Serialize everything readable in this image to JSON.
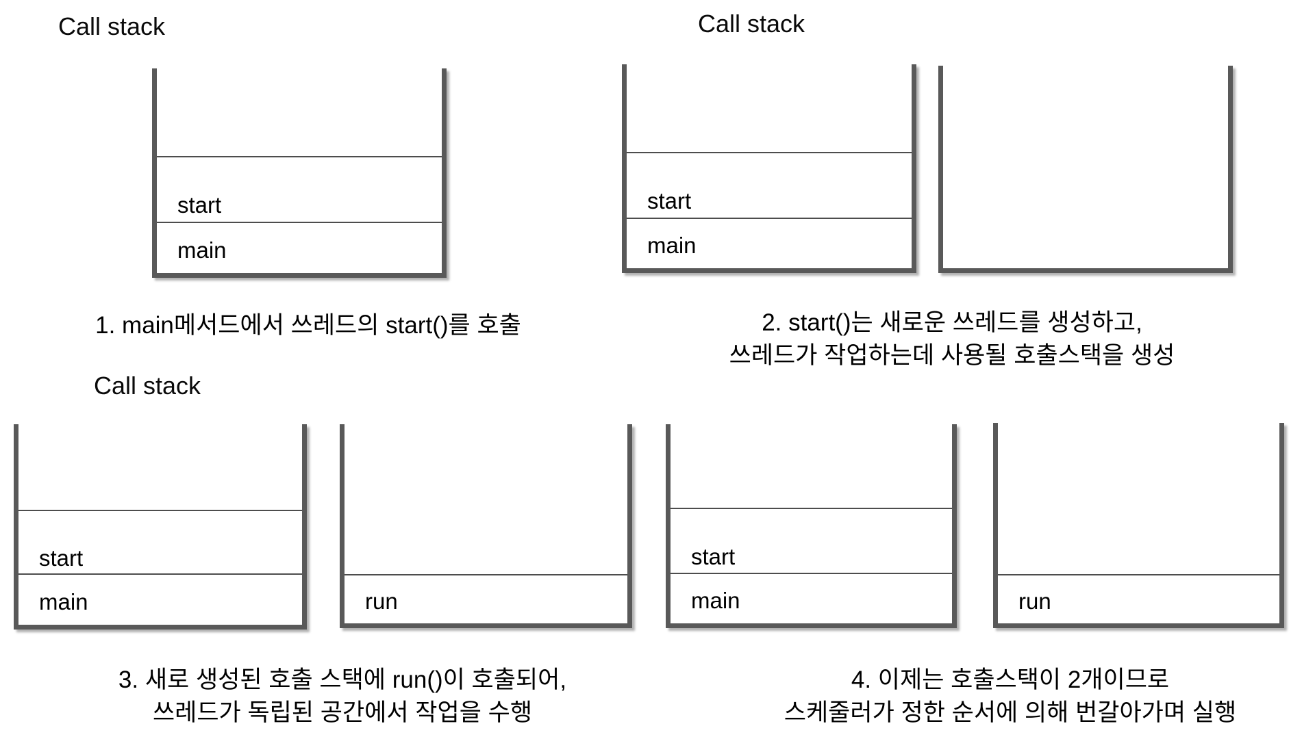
{
  "colors": {
    "background": "#ffffff",
    "stack_wall": "#595959",
    "stack_divider": "#4d4d4d",
    "text": "#000000"
  },
  "step1": {
    "title": "Call stack",
    "frames": [
      "start",
      "main"
    ],
    "caption": "1. main메서드에서 쓰레드의 start()를 호출"
  },
  "step2": {
    "title": "Call stack",
    "frames": [
      "start",
      "main"
    ],
    "new_frames": [],
    "caption_line1": "2. start()는 새로운 쓰레드를 생성하고,",
    "caption_line2": "쓰레드가 작업하는데 사용될 호출스택을 생성"
  },
  "step3": {
    "title": "Call stack",
    "frames": [
      "start",
      "main"
    ],
    "new_frames": [
      "run"
    ],
    "caption_line1": "3. 새로 생성된 호출 스택에 run()이 호출되어,",
    "caption_line2": "쓰레드가 독립된 공간에서 작업을 수행"
  },
  "step4": {
    "frames": [
      "start",
      "main"
    ],
    "new_frames": [
      "run"
    ],
    "caption_line1": "4. 이제는 호출스택이 2개이므로",
    "caption_line2": "스케줄러가 정한 순서에 의해 번갈아가며 실행"
  }
}
